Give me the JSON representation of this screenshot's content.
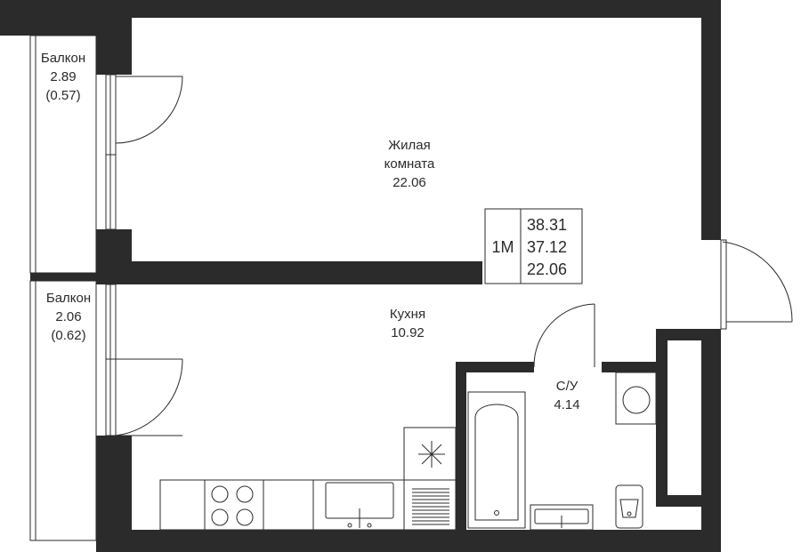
{
  "rooms": {
    "balcony_top": {
      "name": "Балкон",
      "area": "2.89",
      "area_coef": "(0.57)"
    },
    "living": {
      "name_line1": "Жилая",
      "name_line2": "комната",
      "area": "22.06"
    },
    "balcony_bottom": {
      "name": "Балкон",
      "area": "2.06",
      "area_coef": "(0.62)"
    },
    "kitchen": {
      "name": "Кухня",
      "area": "10.92"
    },
    "bathroom": {
      "name": "С/У",
      "area": "4.14"
    }
  },
  "summary": {
    "type": "1М",
    "total_area": "38.31",
    "area_no_balcony": "37.12",
    "living_area": "22.06"
  },
  "icons": [
    "door-swing-icon",
    "window-icon",
    "bathtub-icon",
    "sink-icon",
    "toilet-icon",
    "washing-machine-icon",
    "stove-icon",
    "radiator-icon",
    "ventilation-shaft-icon"
  ]
}
